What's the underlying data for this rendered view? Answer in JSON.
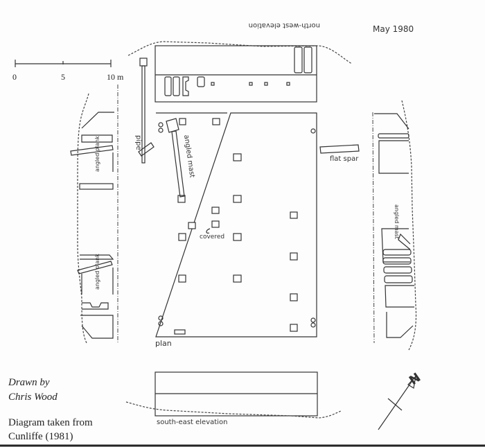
{
  "date": "May 1980",
  "scale_bar": {
    "ticks": [
      "0",
      "5",
      "10 m"
    ]
  },
  "labels": {
    "north_west_elevation": "north-west elevation",
    "south_east_elevation": "south-east elevation",
    "plan": "plan",
    "pipe": "pipe",
    "angled_mast_plan": "angled mast",
    "flat_spar": "flat spar",
    "covered": "covered",
    "angled_plank_upper": "angled plank",
    "angled_plank_lower": "angled plank",
    "angled_mast_side": "angled mast"
  },
  "north_arrow": "N",
  "credits": {
    "drawn_by": "Drawn by",
    "author": "Chris Wood",
    "source_line1": "Diagram taken from",
    "source_line2": "Cunliffe (1981)"
  }
}
